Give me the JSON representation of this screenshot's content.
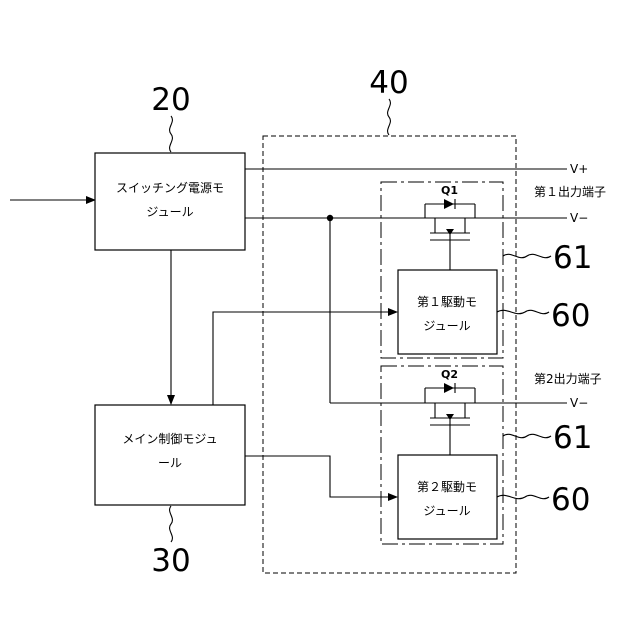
{
  "refs": {
    "switching_power": "20",
    "main_control": "30",
    "switch_unit": "40",
    "drive_module": "60",
    "drive_module_2": "60",
    "dashed_group": "61",
    "dashed_group_2": "61"
  },
  "blocks": {
    "switching_power": [
      "スイッチング電源モ",
      "ジュール"
    ],
    "main_control": [
      "メイン制御モジュ",
      "ール"
    ],
    "drive1": [
      "第１駆動モ",
      "ジュール"
    ],
    "drive2": [
      "第２駆動モ",
      "ジュール"
    ]
  },
  "transistors": {
    "q1": "Q1",
    "q2": "Q2"
  },
  "outputs": {
    "v_plus": "V+",
    "v_minus_1": "V−",
    "v_minus_2": "V−",
    "terminal1": "第１出力端子",
    "terminal2": "第2出力端子"
  }
}
